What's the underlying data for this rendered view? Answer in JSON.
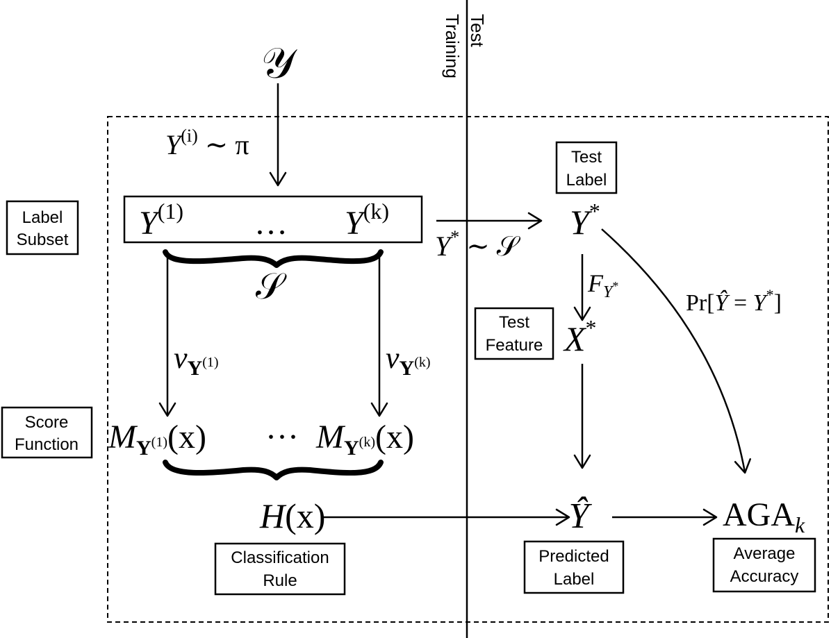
{
  "phases": {
    "training": "Training",
    "test": "Test"
  },
  "annotations": {
    "label_subset": [
      "Label",
      "Subset"
    ],
    "score_function": [
      "Score",
      "Function"
    ],
    "test_label": [
      "Test",
      "Label"
    ],
    "test_feature": [
      "Test",
      "Feature"
    ],
    "classification_rule": [
      "Classification",
      "Rule"
    ],
    "predicted_label": [
      "Predicted",
      "Label"
    ],
    "average_accuracy": [
      "Average",
      "Accuracy"
    ]
  },
  "math": {
    "label_space": "𝒴",
    "sampling": {
      "var": "Y",
      "sup": "(i)",
      "rel": " ∼ π"
    },
    "subset_first": {
      "var": "Y",
      "sup": "(1)"
    },
    "subset_dots": "…",
    "subset_last": {
      "var": "Y",
      "sup": "(k)"
    },
    "subset_symbol": "𝒮",
    "test_sampling": {
      "var": "Y",
      "sup": "*",
      "rel": " ∼ 𝒮"
    },
    "test_label": {
      "var": "Y",
      "sup": "*"
    },
    "test_feature": {
      "var": "X",
      "sup": "*"
    },
    "feature_dist": {
      "var": "F",
      "sub": "Y",
      "subsup": "*"
    },
    "nu_first": {
      "var": "ν",
      "sub": "Y",
      "subsup": "(1)"
    },
    "nu_last": {
      "var": "ν",
      "sub": "Y",
      "subsup": "(k)"
    },
    "score_first": {
      "var": "M",
      "sub": "Y",
      "subsup": "(1)",
      "arg": "(x)"
    },
    "score_dots": "···",
    "score_last": {
      "var": "M",
      "sub": "Y",
      "subsup": "(k)",
      "arg": "(x)"
    },
    "rule": {
      "var": "H",
      "arg": "(x)"
    },
    "prediction": "Ŷ",
    "accuracy_prob": {
      "pre": "Pr[",
      "hat": "Ŷ",
      "mid": " = ",
      "var": "Y",
      "sup": "*",
      "post": "]"
    },
    "aga": {
      "name": "AGA",
      "sub": "k"
    }
  }
}
